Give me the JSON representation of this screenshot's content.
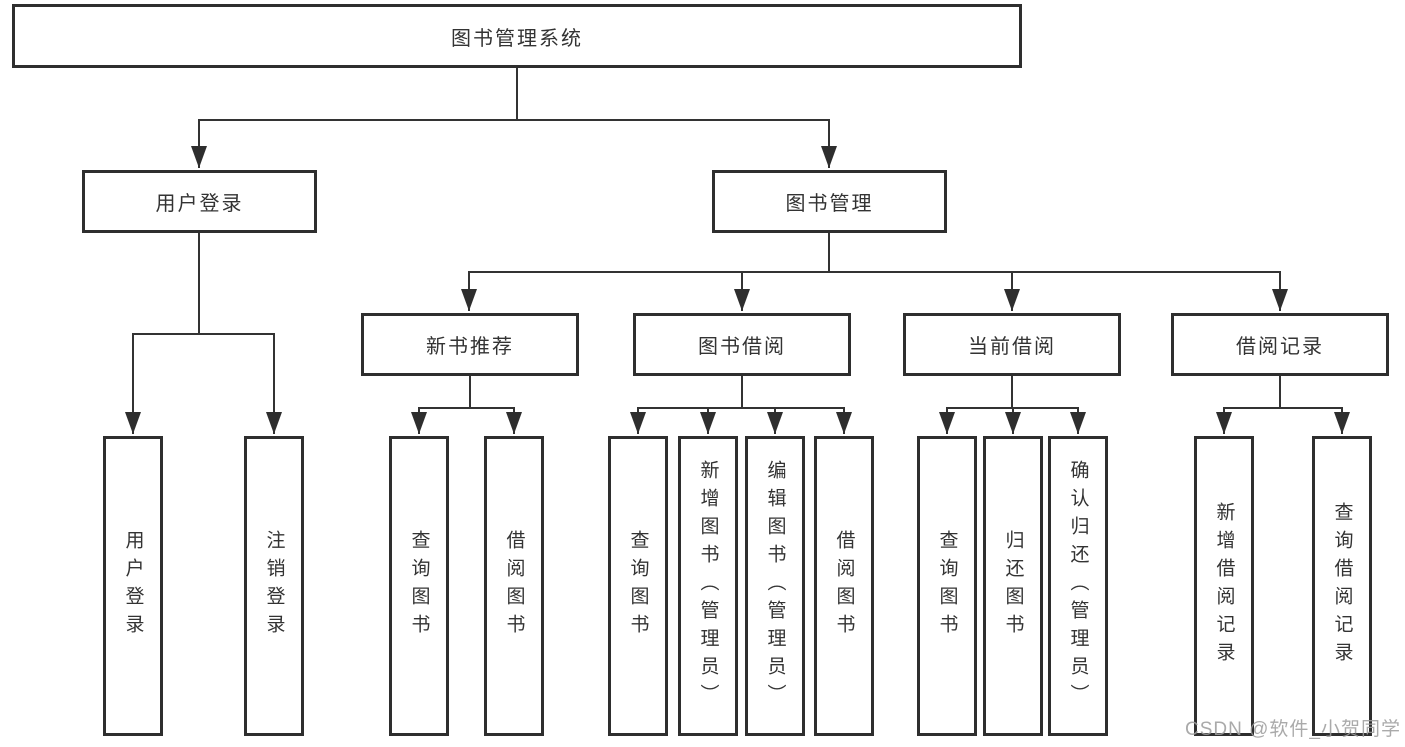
{
  "diagram": {
    "root": "图书管理系统",
    "level2": {
      "user_login": "用户登录",
      "book_mgmt": "图书管理"
    },
    "level3": {
      "new_book_rec": "新书推荐",
      "book_borrow": "图书借阅",
      "current_borrow": "当前借阅",
      "borrow_records": "借阅记录"
    },
    "leaves": {
      "login": [
        "用户登录",
        "注销登录"
      ],
      "recommend": [
        "查询图书",
        "借阅图书"
      ],
      "borrow": [
        "查询图书",
        "新增图书（管理员）",
        "编辑图书（管理员）",
        "借阅图书"
      ],
      "current": [
        "查询图书",
        "归还图书",
        "确认归还（管理员）"
      ],
      "records": [
        "新增借阅记录",
        "查询借阅记录"
      ]
    }
  },
  "watermark": {
    "text": "CSDN @软件_小贺同学"
  },
  "colors": {
    "line": "#333333",
    "box_border": "#2e2e2e",
    "text": "#333333",
    "watermark": "#9e9e9e",
    "background": "#ffffff"
  }
}
